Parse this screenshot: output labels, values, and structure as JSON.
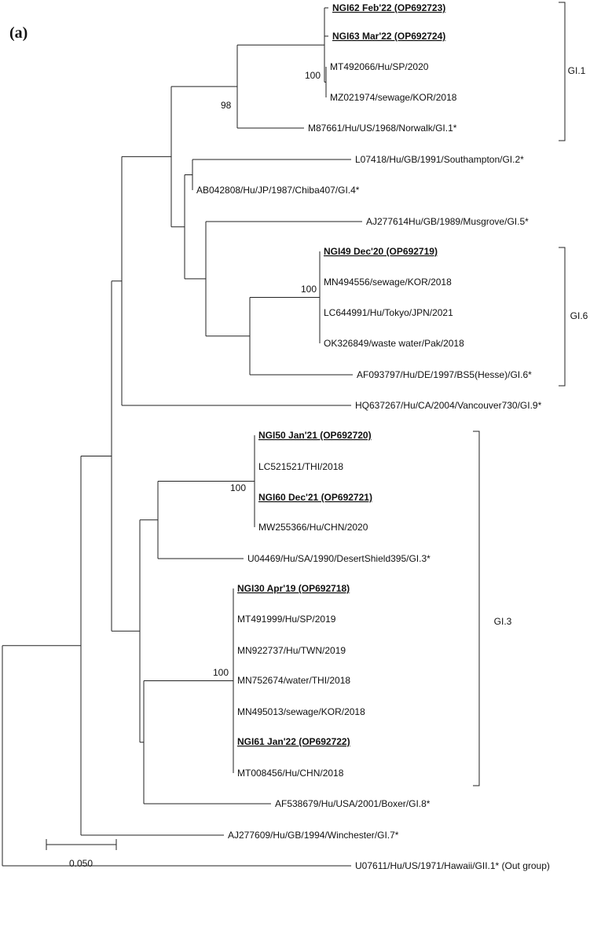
{
  "panel_label": "(a)",
  "leaves": [
    {
      "id": "l1",
      "label": "NGI62 Feb'22 (OP692723)",
      "bold": true
    },
    {
      "id": "l2",
      "label": "NGI63 Mar'22 (OP692724)",
      "bold": true
    },
    {
      "id": "l3",
      "label": "MT492066/Hu/SP/2020",
      "bold": false
    },
    {
      "id": "l4",
      "label": "MZ021974/sewage/KOR/2018",
      "bold": false
    },
    {
      "id": "l5",
      "label": "M87661/Hu/US/1968/Norwalk/GI.1*",
      "bold": false
    },
    {
      "id": "l6",
      "label": "L07418/Hu/GB/1991/Southampton/GI.2*",
      "bold": false
    },
    {
      "id": "l7",
      "label": "AB042808/Hu/JP/1987/Chiba407/GI.4*",
      "bold": false
    },
    {
      "id": "l8",
      "label": "AJ277614Hu/GB/1989/Musgrove/GI.5*",
      "bold": false
    },
    {
      "id": "l9",
      "label": "NGI49 Dec'20 (OP692719)",
      "bold": true
    },
    {
      "id": "l10",
      "label": "MN494556/sewage/KOR/2018",
      "bold": false
    },
    {
      "id": "l11",
      "label": "LC644991/Hu/Tokyo/JPN/2021",
      "bold": false
    },
    {
      "id": "l12",
      "label": "OK326849/waste water/Pak/2018",
      "bold": false
    },
    {
      "id": "l13",
      "label": "AF093797/Hu/DE/1997/BS5(Hesse)/GI.6*",
      "bold": false
    },
    {
      "id": "l14",
      "label": "HQ637267/Hu/CA/2004/Vancouver730/GI.9*",
      "bold": false
    },
    {
      "id": "l15",
      "label": "NGI50 Jan'21 (OP692720)",
      "bold": true
    },
    {
      "id": "l16",
      "label": "LC521521/THI/2018",
      "bold": false
    },
    {
      "id": "l17",
      "label": "NGI60 Dec'21 (OP692721)",
      "bold": true
    },
    {
      "id": "l18",
      "label": "MW255366/Hu/CHN/2020",
      "bold": false
    },
    {
      "id": "l19",
      "label": "U04469/Hu/SA/1990/DesertShield395/GI.3*",
      "bold": false
    },
    {
      "id": "l20",
      "label": "NGI30 Apr'19 (OP692718)",
      "bold": true
    },
    {
      "id": "l21",
      "label": "MT491999/Hu/SP/2019",
      "bold": false
    },
    {
      "id": "l22",
      "label": "MN922737/Hu/TWN/2019",
      "bold": false
    },
    {
      "id": "l23",
      "label": "MN752674/water/THI/2018",
      "bold": false
    },
    {
      "id": "l24",
      "label": "MN495013/sewage/KOR/2018",
      "bold": false
    },
    {
      "id": "l25",
      "label": "NGI61 Jan'22 (OP692722)",
      "bold": true
    },
    {
      "id": "l26",
      "label": "MT008456/Hu/CHN/2018",
      "bold": false
    },
    {
      "id": "l27",
      "label": "AF538679/Hu/USA/2001/Boxer/GI.8*",
      "bold": false
    },
    {
      "id": "l28",
      "label": "AJ277609/Hu/GB/1994/Winchester/GI.7*",
      "bold": false
    },
    {
      "id": "l29",
      "label": "U07611/Hu/US/1971/Hawaii/GII.1* (Out group)",
      "bold": false
    }
  ],
  "bootstrap_values": [
    "100",
    "98",
    "100",
    "100",
    "100"
  ],
  "clades": [
    "GI.1",
    "GI.6",
    "GI.3"
  ],
  "scale_bar": {
    "label": "0.050",
    "value": 0.05
  }
}
